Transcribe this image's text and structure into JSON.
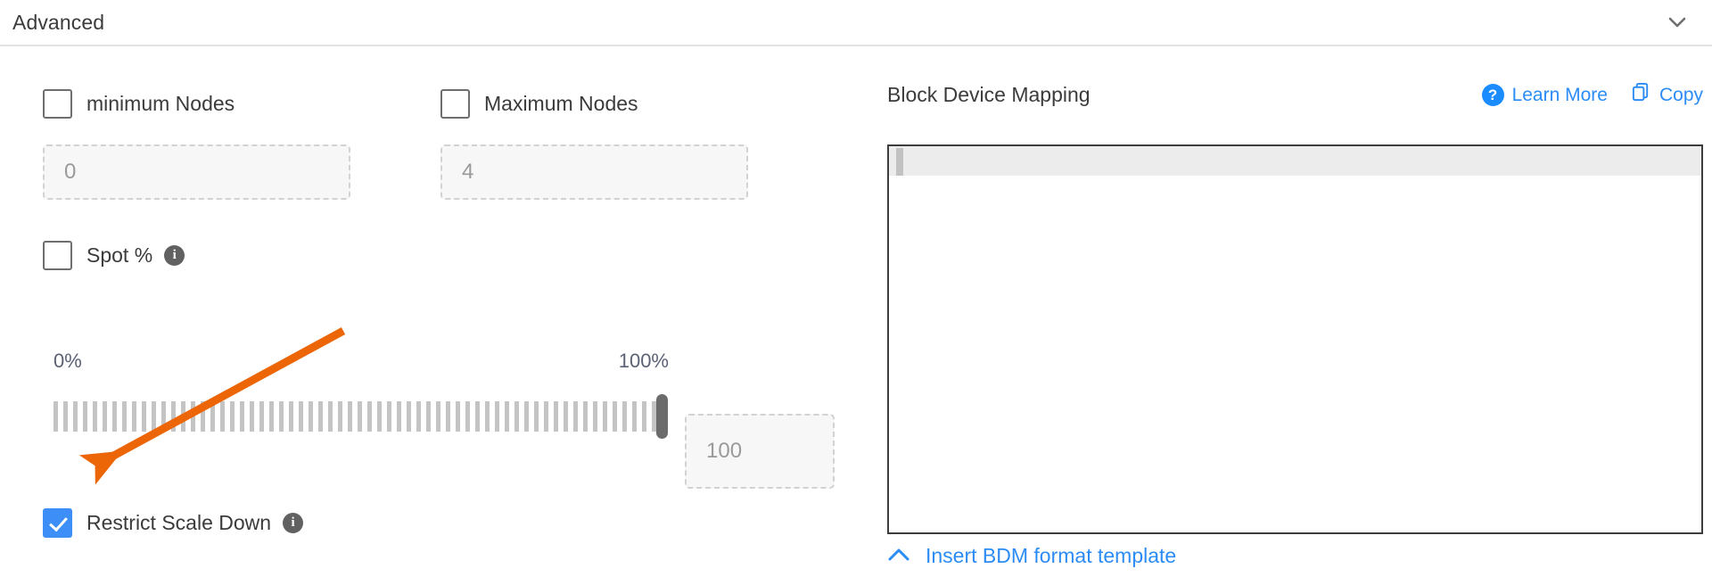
{
  "section": {
    "title": "Advanced",
    "collapse_icon": "chevron-down-icon"
  },
  "left_panel": {
    "min_nodes": {
      "label": "minimum Nodes",
      "checked": false,
      "input_placeholder": "0",
      "input_value": ""
    },
    "max_nodes": {
      "label": "Maximum Nodes",
      "checked": false,
      "input_placeholder": "4",
      "input_value": ""
    },
    "spot_percent": {
      "label": "Spot %",
      "checked": false,
      "info_icon": "info-icon",
      "info_glyph": "i"
    },
    "slider": {
      "min_label": "0%",
      "max_label": "100%",
      "value": 100,
      "min": 0,
      "max": 100,
      "input_placeholder": "100",
      "input_value": ""
    },
    "restrict_scale_down": {
      "label": "Restrict Scale Down",
      "checked": true,
      "info_icon": "info-icon",
      "info_glyph": "i"
    }
  },
  "right_panel": {
    "title": "Block Device Mapping",
    "learn_more": {
      "label": "Learn More",
      "icon": "question-circle-icon",
      "icon_glyph": "?"
    },
    "copy": {
      "label": "Copy",
      "icon": "copy-icon"
    },
    "editor": {
      "content": "",
      "active_line": 1
    },
    "insert_template": {
      "label": "Insert BDM format template",
      "icon": "chevron-up-icon"
    }
  },
  "annotation": {
    "type": "arrow",
    "color": "#ec6608",
    "points_to": "restrict-scale-down-checkbox"
  },
  "colors": {
    "accent_blue": "#3d8ef7",
    "link_blue": "#2c8cf5",
    "text_dark": "#3b3b3b",
    "annotation_orange": "#ec6608"
  }
}
